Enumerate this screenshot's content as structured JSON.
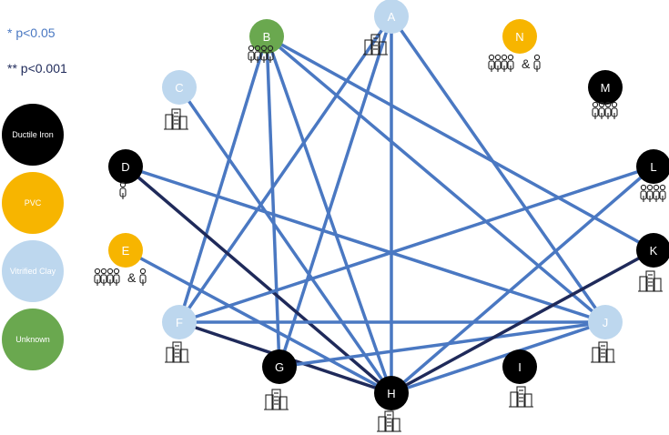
{
  "legend": {
    "sig_single": "* p<0.05",
    "sig_double": "** p<0.001",
    "materials": [
      {
        "label": "Ductile Iron",
        "color": "#000000"
      },
      {
        "label": "PVC",
        "color": "#f7b500"
      },
      {
        "label": "Vitrified Clay",
        "color": "#bdd7ee"
      },
      {
        "label": "Unknown",
        "color": "#6aa84f"
      }
    ]
  },
  "colors": {
    "edge_p005": "#4a78c2",
    "edge_p0001": "#1f2a5a"
  },
  "nodes": [
    {
      "id": "A",
      "material": "Vitrified Clay",
      "icon": "building-icon"
    },
    {
      "id": "B",
      "material": "Unknown",
      "icon": "people-group-icon"
    },
    {
      "id": "C",
      "material": "Vitrified Clay",
      "icon": "building-icon"
    },
    {
      "id": "D",
      "material": "Ductile Iron",
      "icon": "person-icon"
    },
    {
      "id": "E",
      "material": "PVC",
      "icon": "people-group-and-person-icon",
      "icon_text": "&"
    },
    {
      "id": "F",
      "material": "Vitrified Clay",
      "icon": "building-icon"
    },
    {
      "id": "G",
      "material": "Ductile Iron",
      "icon": "building-icon"
    },
    {
      "id": "H",
      "material": "Ductile Iron",
      "icon": "building-icon"
    },
    {
      "id": "I",
      "material": "Ductile Iron",
      "icon": "building-icon"
    },
    {
      "id": "J",
      "material": "Vitrified Clay",
      "icon": "building-icon"
    },
    {
      "id": "K",
      "material": "Ductile Iron",
      "icon": "building-icon"
    },
    {
      "id": "L",
      "material": "Ductile Iron",
      "icon": "people-group-icon"
    },
    {
      "id": "M",
      "material": "Ductile Iron",
      "icon": "people-group-icon"
    },
    {
      "id": "N",
      "material": "PVC",
      "icon": "people-group-and-person-icon",
      "icon_text": "&"
    }
  ],
  "edges": [
    {
      "from": "A",
      "to": "F",
      "sig": "p<0.05"
    },
    {
      "from": "A",
      "to": "G",
      "sig": "p<0.05"
    },
    {
      "from": "A",
      "to": "H",
      "sig": "p<0.05"
    },
    {
      "from": "A",
      "to": "J",
      "sig": "p<0.05"
    },
    {
      "from": "B",
      "to": "F",
      "sig": "p<0.05"
    },
    {
      "from": "B",
      "to": "G",
      "sig": "p<0.05"
    },
    {
      "from": "B",
      "to": "H",
      "sig": "p<0.05"
    },
    {
      "from": "B",
      "to": "J",
      "sig": "p<0.05"
    },
    {
      "from": "B",
      "to": "K",
      "sig": "p<0.05"
    },
    {
      "from": "C",
      "to": "H",
      "sig": "p<0.05"
    },
    {
      "from": "D",
      "to": "H",
      "sig": "p<0.001"
    },
    {
      "from": "D",
      "to": "J",
      "sig": "p<0.05"
    },
    {
      "from": "E",
      "to": "H",
      "sig": "p<0.05"
    },
    {
      "from": "F",
      "to": "H",
      "sig": "p<0.001"
    },
    {
      "from": "F",
      "to": "J",
      "sig": "p<0.05"
    },
    {
      "from": "F",
      "to": "L",
      "sig": "p<0.05"
    },
    {
      "from": "G",
      "to": "J",
      "sig": "p<0.05"
    },
    {
      "from": "H",
      "to": "J",
      "sig": "p<0.05"
    },
    {
      "from": "H",
      "to": "K",
      "sig": "p<0.001"
    },
    {
      "from": "H",
      "to": "L",
      "sig": "p<0.05"
    }
  ]
}
